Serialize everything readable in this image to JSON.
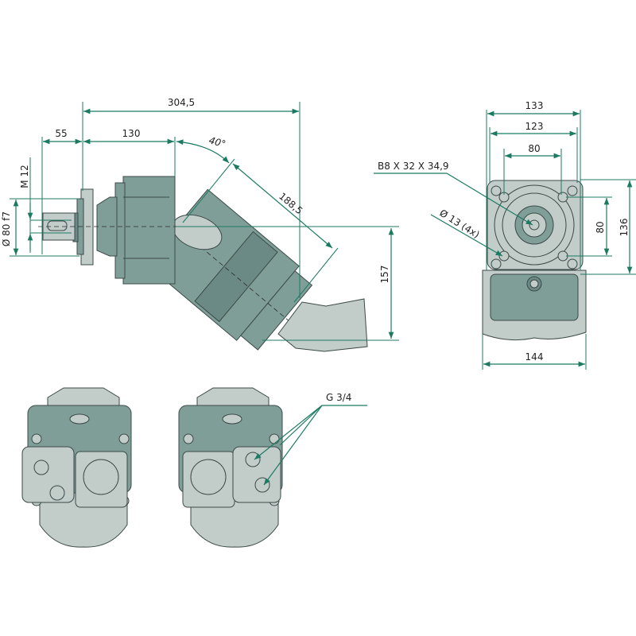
{
  "side_view": {
    "overall_length": "304,5",
    "shaft_length": "55",
    "body_length": "130",
    "angle": "40°",
    "angled_length": "188,5",
    "thread": "M 12",
    "pilot_diameter": "Ø 80 f7",
    "port_offset": "157"
  },
  "front_view": {
    "width_outer": "133",
    "width_inner": "123",
    "bolt_spacing_h": "80",
    "spline": "B8 X 32 X 34,9",
    "bolt_holes": "Ø 13 (4x)",
    "bolt_spacing_v": "80",
    "height": "136",
    "base_width": "144"
  },
  "rear_views": {
    "port_thread": "G 3/4"
  },
  "colors": {
    "dimension": "#1d7a62",
    "body": "#7f9e98",
    "light": "#c2ccc9"
  }
}
